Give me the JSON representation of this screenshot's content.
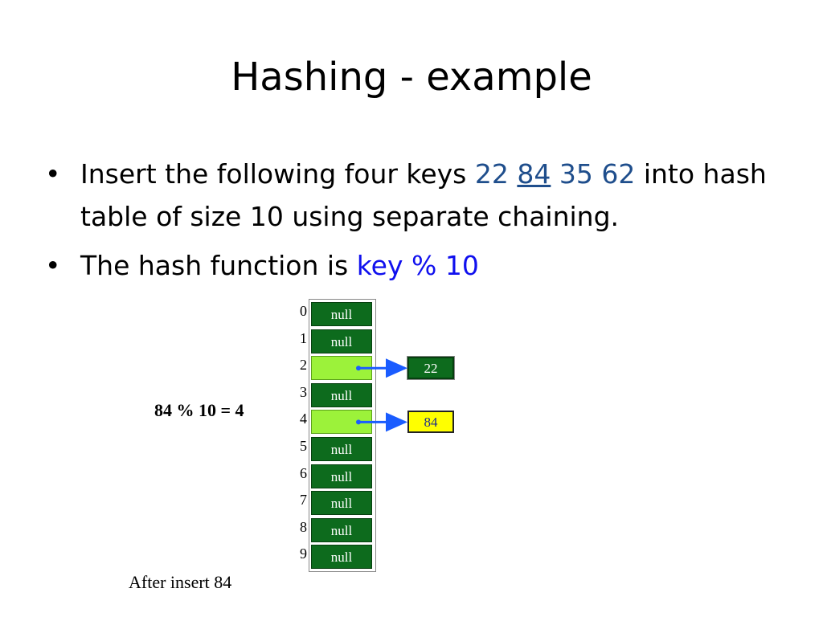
{
  "slide": {
    "title": "Hashing - example",
    "bullets": [
      {
        "parts": [
          {
            "text": "Insert the following four keys ",
            "style": "normal"
          },
          {
            "text": "22",
            "style": "blue"
          },
          {
            "text": " ",
            "style": "normal"
          },
          {
            "text": "84",
            "style": "blue-underline"
          },
          {
            "text": " ",
            "style": "normal"
          },
          {
            "text": "35",
            "style": "blue"
          },
          {
            "text": " ",
            "style": "normal"
          },
          {
            "text": "62",
            "style": "blue"
          },
          {
            "text": " into hash table of size 10 using separate chaining.",
            "style": "normal"
          }
        ]
      },
      {
        "parts": [
          {
            "text": "The hash function is ",
            "style": "normal"
          },
          {
            "text": "key % 10",
            "style": "bright-blue"
          }
        ]
      }
    ],
    "bullet_glyph": "•"
  },
  "diagram": {
    "calculation": "84 % 10 = 4",
    "caption": "After insert 84",
    "slots": [
      {
        "index": "0",
        "value": "null",
        "filled": false
      },
      {
        "index": "1",
        "value": "null",
        "filled": false
      },
      {
        "index": "2",
        "value": "",
        "filled": true,
        "chain": "22",
        "chain_style": "green"
      },
      {
        "index": "3",
        "value": "null",
        "filled": false
      },
      {
        "index": "4",
        "value": "",
        "filled": true,
        "chain": "84",
        "chain_style": "yellow"
      },
      {
        "index": "5",
        "value": "null",
        "filled": false
      },
      {
        "index": "6",
        "value": "null",
        "filled": false
      },
      {
        "index": "7",
        "value": "null",
        "filled": false
      },
      {
        "index": "8",
        "value": "null",
        "filled": false
      },
      {
        "index": "9",
        "value": "null",
        "filled": false
      }
    ],
    "colors": {
      "slot_empty": "#0d6b1d",
      "slot_filled": "#9cf23a",
      "highlight_node": "#ffff00",
      "arrow": "#1a5cff",
      "key_blue": "#1f4e8c",
      "function_blue": "#1010ee"
    }
  }
}
